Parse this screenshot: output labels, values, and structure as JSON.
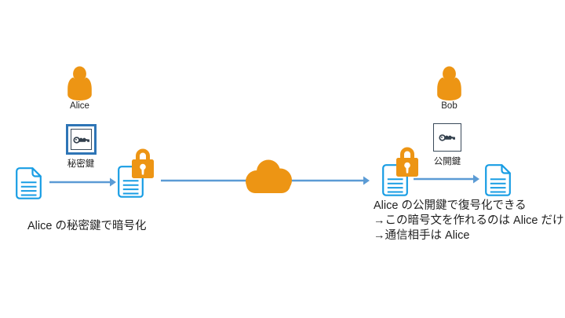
{
  "diagram_kind": "public-key-cryptography-flow",
  "actors": {
    "alice": {
      "name": "Alice",
      "key_label": "秘密鍵"
    },
    "bob": {
      "name": "Bob",
      "key_label": "公開鍵"
    }
  },
  "captions": {
    "left": "Alice の秘密鍵で暗号化",
    "right": [
      "Alice の公開鍵で復号化できる",
      "→この暗号文を作れるのは Alice だけ",
      "→通信相手は Alice"
    ]
  },
  "icons": {
    "person": "person-icon",
    "key": "key-icon",
    "document": "document-icon",
    "padlock": "padlock-icon",
    "cloud": "cloud-icon",
    "arrow": "flow-arrow"
  },
  "colors": {
    "accent_orange": "#ED9514",
    "document_blue": "#189DE4",
    "arrow_blue": "#5B9BD5",
    "key_box_highlight_blue": "#2E75B6",
    "key_glyph_dark": "#33404D",
    "text": "#1F1F1F"
  }
}
